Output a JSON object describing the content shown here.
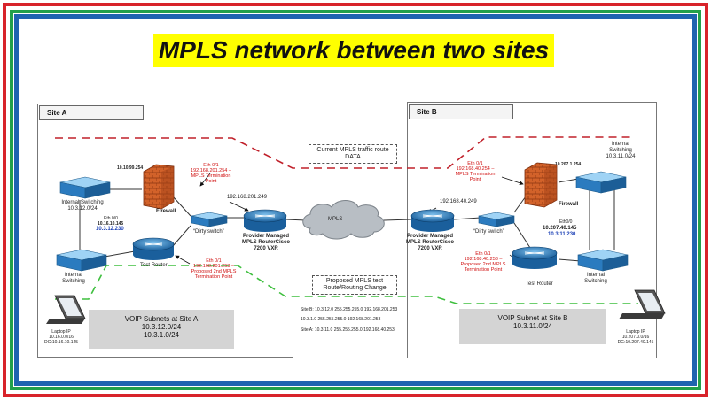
{
  "title": "MPLS network between two sites",
  "site_a": {
    "label": "Site A",
    "switch_top_label": "Internal Switching\n10.3.12.0/24",
    "switch_bottom_label": "Internal\nSwitching",
    "firewall_ip": "10.10.99.254",
    "firewall_label": "Firewall",
    "eth01_top": "Eth 0/1\n192.168.201.254 –\nMPLS Termination\nPoint",
    "eth00": "Eth 0/0",
    "eth00_ip1": "10.16.10.145",
    "eth00_ip2": "10.3.12.230",
    "dirty_switch": "“Dirty switch”",
    "router_ip": "192.168.201.249",
    "router_label": "Provider Managed\nMPLS RouterCisco\n7200  VXR",
    "test_router": "Test Router",
    "eth01_bottom": "Eth 0/1\n192.168.201.253 –\nProposed 2nd MPLS\nTermination Point",
    "laptop": "Laptop IP\n10.16.0.0/16\nDG:10.16.10.145",
    "voip_title": "VOIP Subnets at Site A",
    "voip_subnets": "10.3.12.0/24\n10.3.1.0/24"
  },
  "site_b": {
    "label": "Site B",
    "switch_top_label": "Internal\nSwitching\n10.3.11.0/24",
    "switch_bottom_label": "Internal\nSwitching",
    "firewall_ip": "10.207.1.254",
    "firewall_label": "Firewall",
    "eth01_top": "Eth 0/1\n192.168.40.254 –\nMPLS Termination\nPoint",
    "eth00": "Eth0/0",
    "eth00_ip1": "10.207.40.145",
    "eth00_ip2": "10.3.11.230",
    "dirty_switch": "“Dirty switch”",
    "router_ip": "192.168.40.249",
    "router_label": "Provider Managed\nMPLS RouterCisco\n7200  VXR",
    "test_router": "Test Router",
    "eth01_bottom": "Eth 0/1\n192.168.40.253 –\nProposed 2nd MPLS\nTermination Point",
    "laptop": "Laptop IP\n10.207.0.0/16\nDG:10.207.40.145",
    "voip_title": "VOIP Subnet at Site B",
    "voip_subnets": "10.3.11.0/24"
  },
  "middle": {
    "cloud_label": "MPLS",
    "current_route": "Current MPLS traffic route\nDATA",
    "proposed_route": "Proposed MPLS test\nRoute/Routing Change",
    "route_lines": [
      "Site B: 10.3.12.0 255.255.255.0 192.168.201.253",
      "10.3.1.0 255.255.255.0 192.168.201.253",
      "Site A: 10.3.11.0 255.255.255.0 192.168.40.253"
    ]
  },
  "colors": {
    "frame_red": "#d8232a",
    "frame_green": "#22a04b",
    "frame_blue": "#1f64b0",
    "title_bg": "#ffff00",
    "current_route": "#c0202a",
    "proposed_route": "#3fbf3f"
  }
}
